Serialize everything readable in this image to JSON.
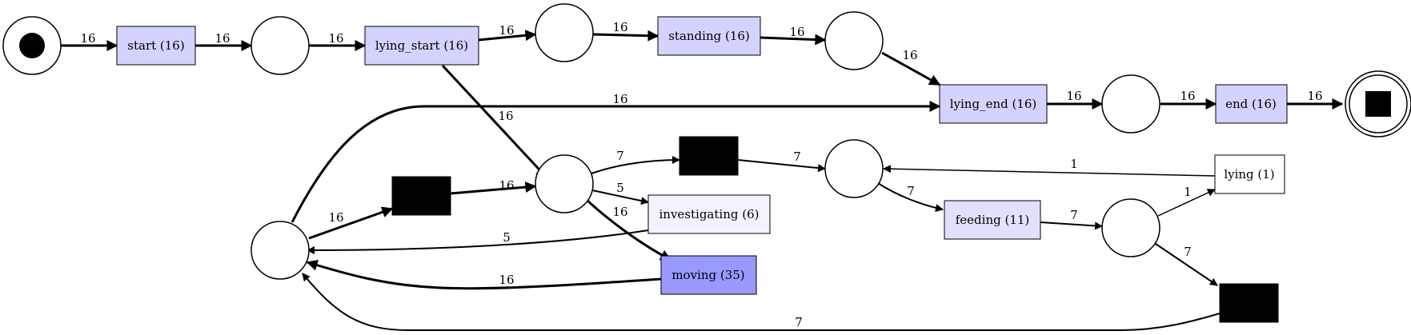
{
  "colors": {
    "stroke": "#000000",
    "transition_light": "#d3d3ff",
    "transition_medium": "#e1e1ff",
    "transition_pale": "#f3f3ff",
    "transition_dark": "#9999ff",
    "silent": "#000000",
    "white": "#ffffff"
  },
  "transitions": {
    "start": "start (16)",
    "lying_start": "lying_start (16)",
    "standing": "standing (16)",
    "lying_end": "lying_end (16)",
    "end": "end (16)",
    "lying": "lying (1)",
    "investigating": "investigating (6)",
    "feeding": "feeding (11)",
    "moving": "moving (35)"
  },
  "edges": {
    "src_start": "16",
    "start_p1": "16",
    "p1_lyingstart": "16",
    "lyingstart_p2": "16",
    "p2_standing": "16",
    "standing_p3": "16",
    "p3_lyingend": "16",
    "lyingend_p4": "16",
    "p4_end": "16",
    "end_sink": "16",
    "lyingstart_p5": "16",
    "p6_lyingend": "16",
    "p6_tau1": "16",
    "tau1_p5": "16",
    "p5_tau2": "7",
    "tau2_p7": "7",
    "p5_investigating": "5",
    "p5_moving": "16",
    "investigating_p6": "5",
    "moving_p6": "16",
    "p7_feeding": "7",
    "feeding_p8": "7",
    "p8_lying": "1",
    "lying_p7": "1",
    "p8_tau3": "7",
    "tau3_p6": "7"
  }
}
